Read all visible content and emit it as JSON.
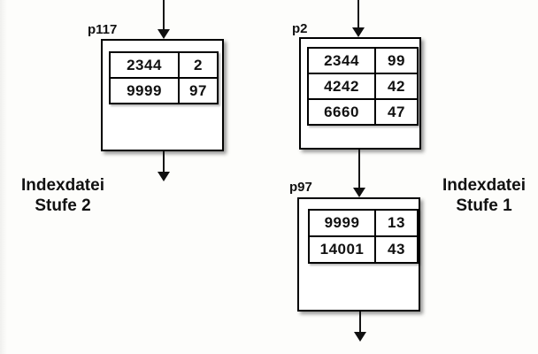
{
  "diagram_title": "Two-level index file diagram",
  "colors": {
    "background": "#fdfdfb",
    "box_background": "#ffffff",
    "line": "#000000",
    "text": "#111111"
  },
  "side_labels": {
    "left": {
      "line1": "Indexdatei",
      "line2": "Stufe 2"
    },
    "right": {
      "line1": "Indexdatei",
      "line2": "Stufe 1"
    }
  },
  "nodes": {
    "p117": {
      "label": "p117",
      "rows": [
        [
          "2344",
          "2"
        ],
        [
          "9999",
          "97"
        ]
      ]
    },
    "p2": {
      "label": "p2",
      "rows": [
        [
          "2344",
          "99"
        ],
        [
          "4242",
          "42"
        ],
        [
          "6660",
          "47"
        ]
      ]
    },
    "p97": {
      "label": "p97",
      "rows": [
        [
          "9999",
          "13"
        ],
        [
          "14001",
          "43"
        ]
      ]
    }
  }
}
